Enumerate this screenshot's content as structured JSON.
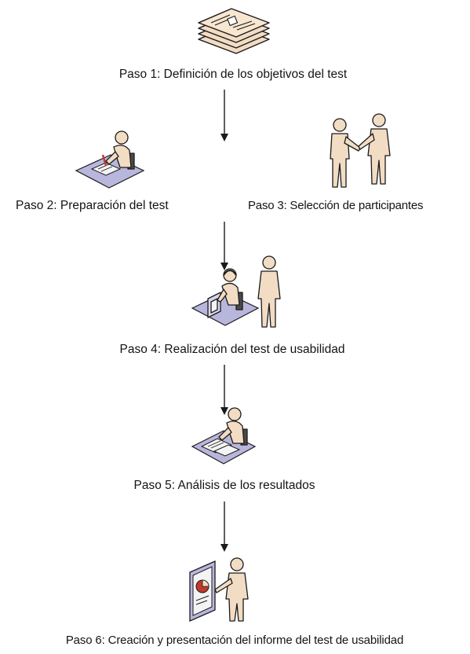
{
  "steps": [
    {
      "id": 1,
      "label": "Paso 1: Definición de los objetivos del test",
      "icon": "documents-stack-icon"
    },
    {
      "id": 2,
      "label": "Paso 2: Preparación del test",
      "icon": "person-writing-at-desk-icon"
    },
    {
      "id": 3,
      "label": "Paso 3: Selección de participantes",
      "icon": "people-handshake-icon"
    },
    {
      "id": 4,
      "label": "Paso 4: Realización del test de usabilidad",
      "icon": "user-at-computer-with-observer-icon"
    },
    {
      "id": 5,
      "label": "Paso 5: Análisis de los resultados",
      "icon": "person-analyzing-documents-icon"
    },
    {
      "id": 6,
      "label": "Paso 6: Creación y presentación del informe del test de usabilidad",
      "icon": "person-presenting-chart-icon"
    }
  ],
  "colors": {
    "text": "#141414",
    "skin": "#f2dcc3",
    "outline": "#1a1a1a",
    "desk": "#b9b6dd",
    "paper": "#f4f4f4",
    "accent_red": "#c0392b"
  }
}
